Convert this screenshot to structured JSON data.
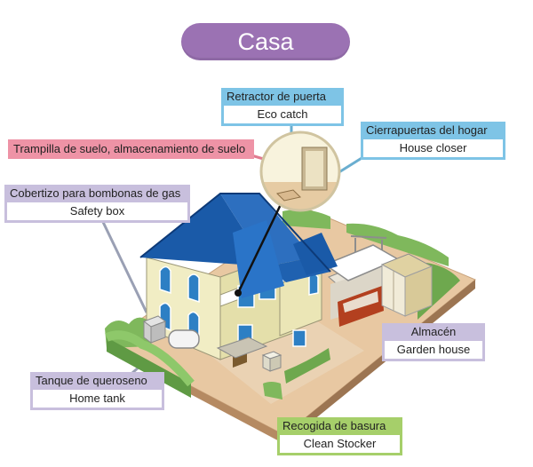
{
  "title": "Casa",
  "colors": {
    "title_bg": "#9b72b3",
    "callout_blue": "#7ec4e6",
    "callout_purple": "#c8bfdd",
    "callout_green": "#a6cf6a",
    "callout_pink": "#ee93a6"
  },
  "callouts": {
    "door_retractor": {
      "es": "Retractor de puerta",
      "en": "Eco catch"
    },
    "house_closer": {
      "es": "Cierrapuertas del hogar",
      "en": "House closer"
    },
    "floor_hatch": {
      "es": "Trampilla de suelo, almacenamiento de suelo"
    },
    "gas_shed": {
      "es": "Cobertizo para bombonas de gas",
      "en": "Safety box"
    },
    "storage": {
      "es": "Almacén",
      "en": "Garden house"
    },
    "kerosene_tank": {
      "es": "Tanque de queroseno",
      "en": "Home tank"
    },
    "garbage": {
      "es": "Recogida de basura",
      "en": "Clean Stocker"
    }
  }
}
